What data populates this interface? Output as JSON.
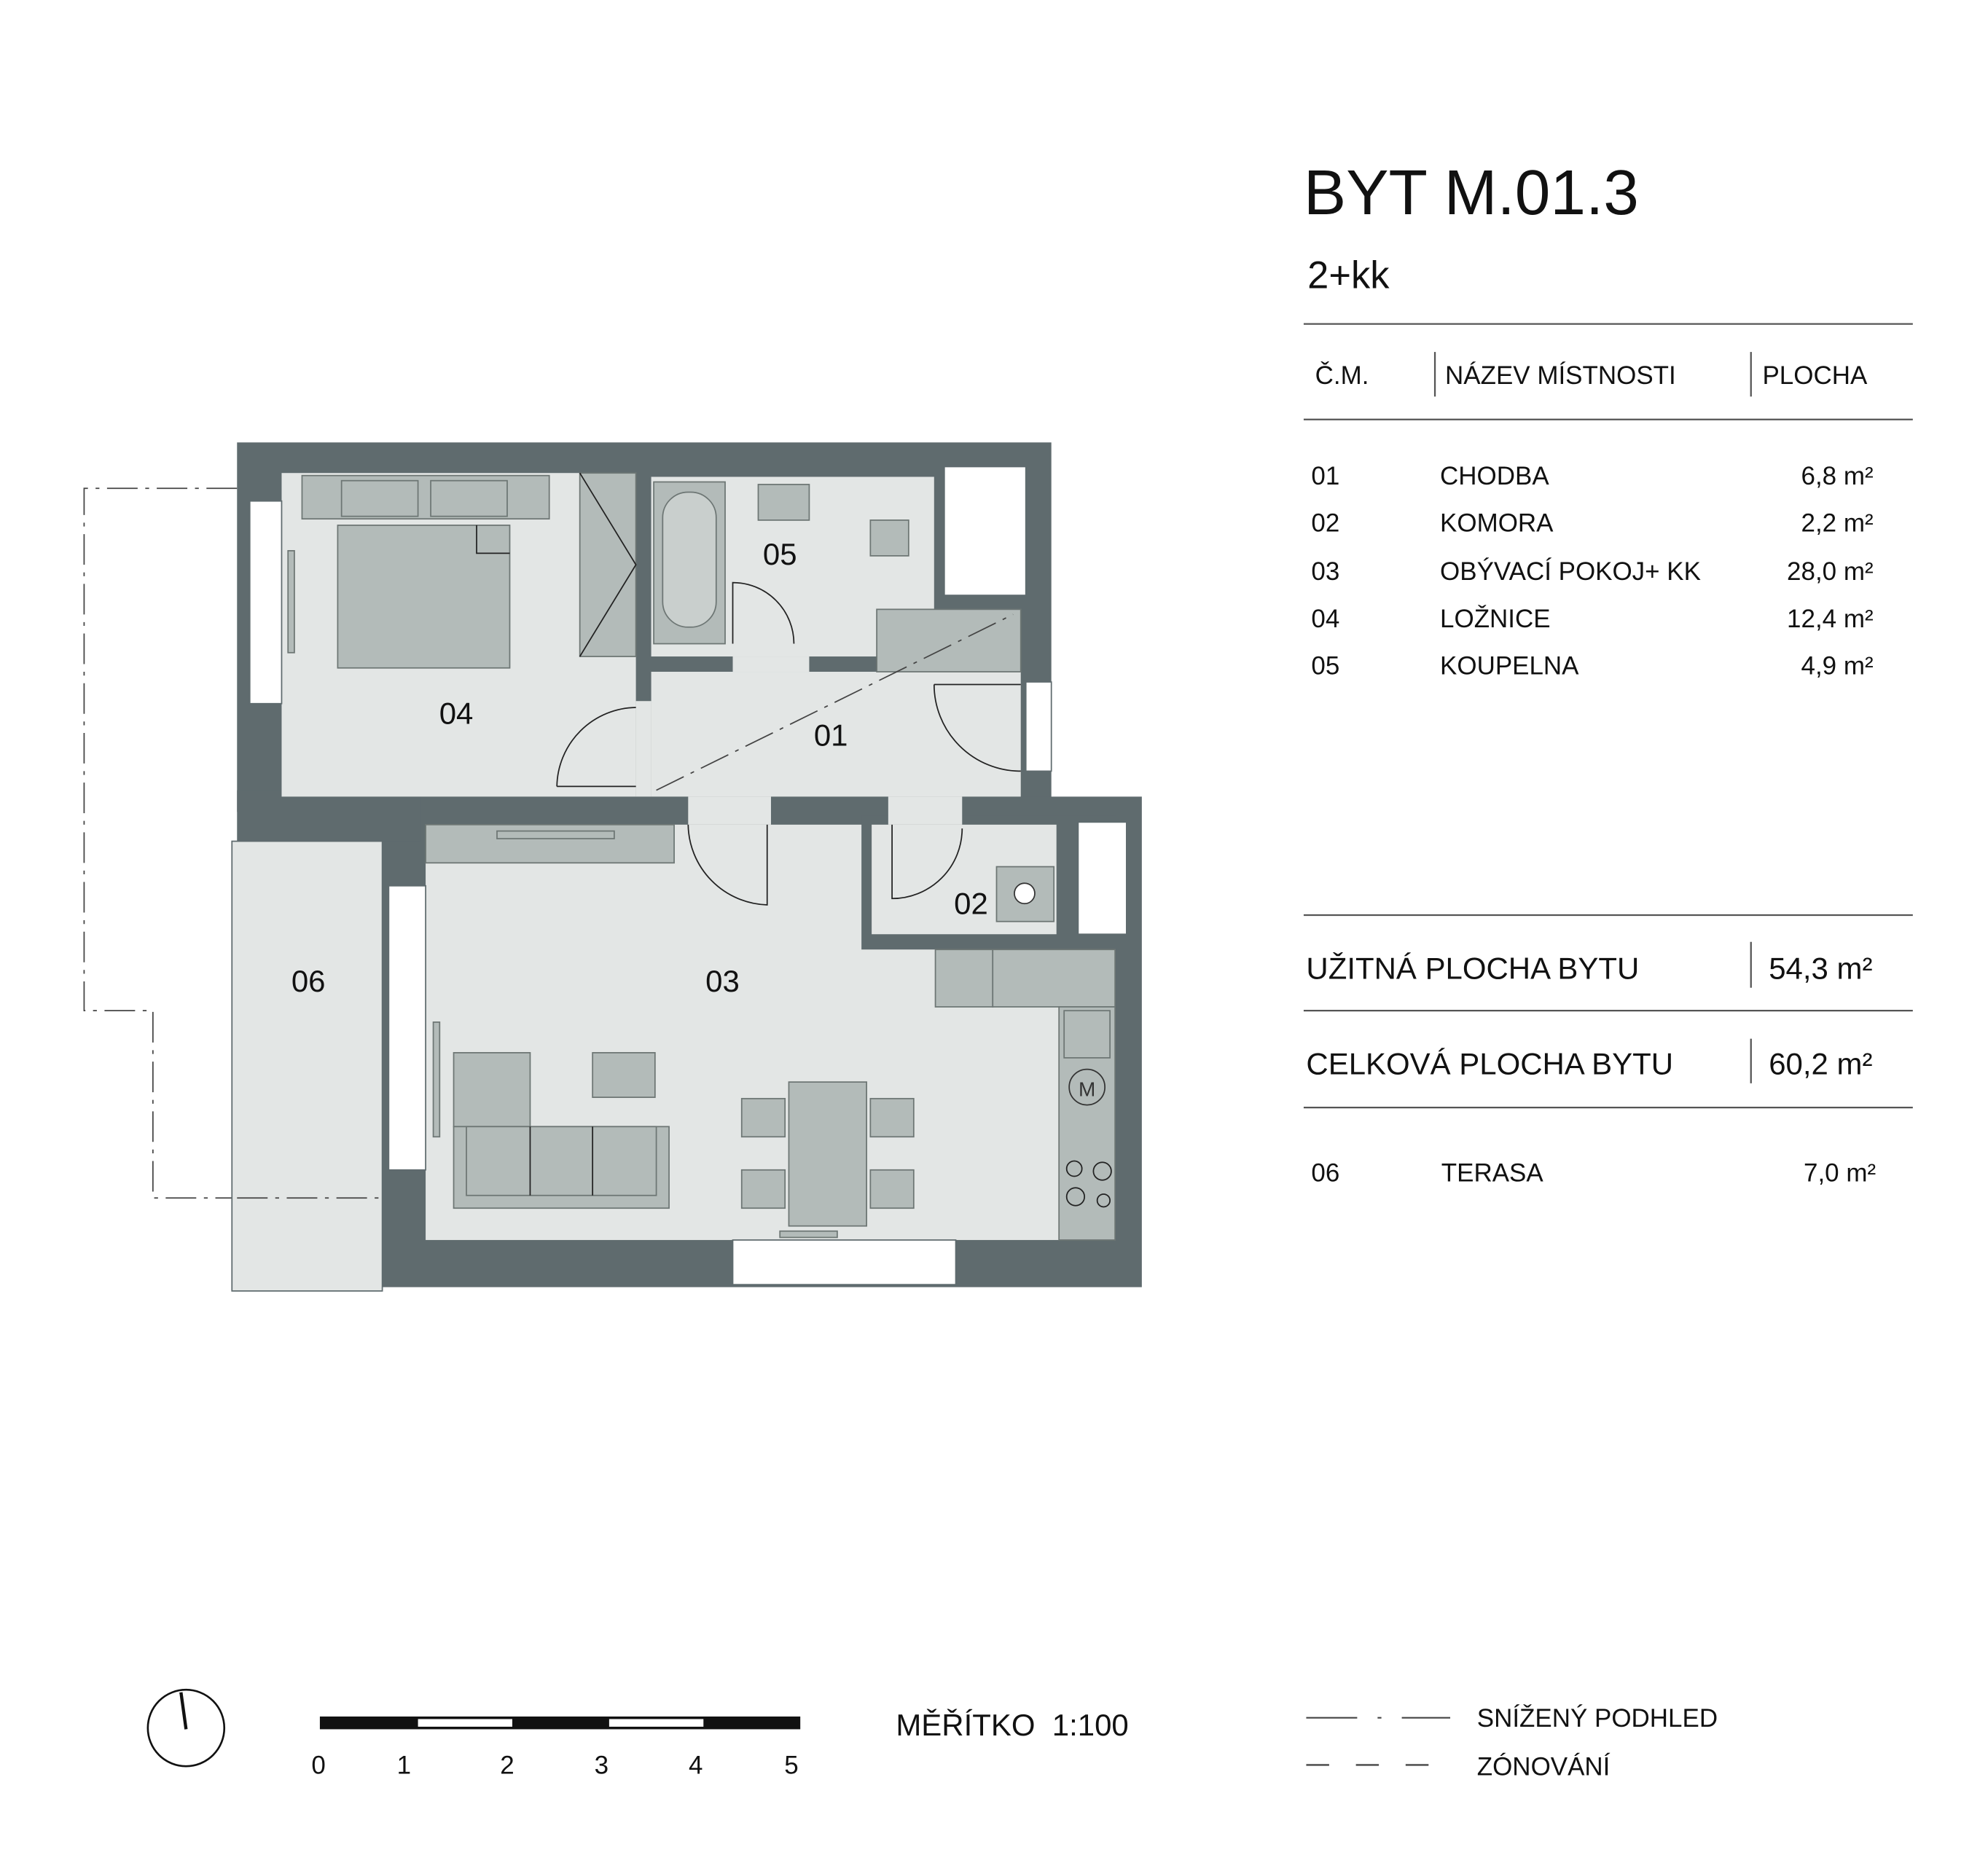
{
  "header": {
    "title": "BYT M.01.3",
    "layout_type": "2+kk"
  },
  "table": {
    "columns": [
      "Č.M.",
      "NÁZEV MÍSTNOSTI",
      "PLOCHA"
    ],
    "rows": [
      {
        "num": "01",
        "name": "CHODBA",
        "area": "6,8 m²"
      },
      {
        "num": "02",
        "name": "KOMORA",
        "area": "2,2 m²"
      },
      {
        "num": "03",
        "name": "OBÝVACÍ POKOJ+ KK",
        "area": "28,0 m²"
      },
      {
        "num": "04",
        "name": "LOŽNICE",
        "area": "12,4 m²"
      },
      {
        "num": "05",
        "name": "KOUPELNA",
        "area": "4,9 m²"
      }
    ]
  },
  "summary": {
    "usable_label": "UŽITNÁ PLOCHA BYTU",
    "usable_value": "54,3 m²",
    "total_label": "CELKOVÁ PLOCHA BYTU",
    "total_value": "60,2 m²"
  },
  "terrace": {
    "num": "06",
    "name": "TERASA",
    "area": "7,0 m²"
  },
  "plan_labels": {
    "r01": "01",
    "r02": "02",
    "r03": "03",
    "r04": "04",
    "r05": "05",
    "r06": "06"
  },
  "scale": {
    "label": "MĚŘÍTKO  1:100",
    "ticks": [
      "0",
      "1",
      "2",
      "3",
      "4",
      "5"
    ]
  },
  "legend": [
    {
      "label": "SNÍŽENÝ PODHLED",
      "style": "dash-dot"
    },
    {
      "label": "ZÓNOVÁNÍ",
      "style": "dashed"
    }
  ],
  "colors": {
    "wall": "#5f6b6e",
    "floor": "#e3e6e5",
    "furniture": "#b3bbb9"
  }
}
